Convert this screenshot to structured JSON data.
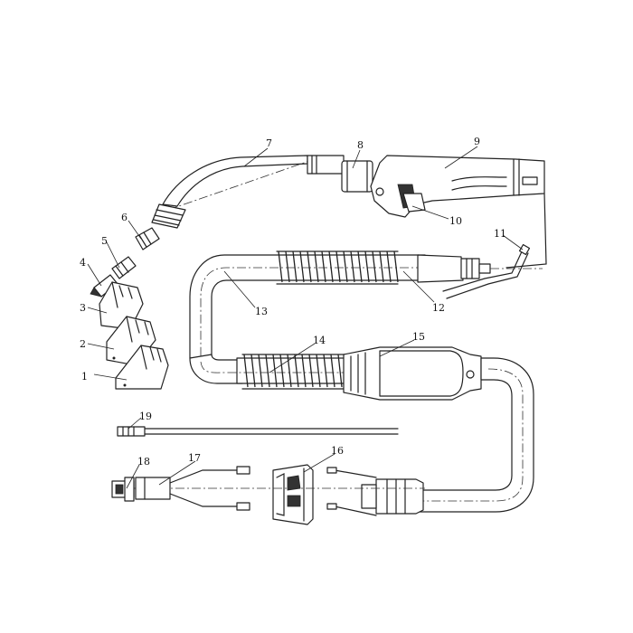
{
  "diagram": {
    "callouts": [
      {
        "number": "1"
      },
      {
        "number": "2"
      },
      {
        "number": "3"
      },
      {
        "number": "4"
      },
      {
        "number": "5"
      },
      {
        "number": "6"
      },
      {
        "number": "7"
      },
      {
        "number": "8"
      },
      {
        "number": "9"
      },
      {
        "number": "10"
      },
      {
        "number": "11"
      },
      {
        "number": "12"
      },
      {
        "number": "13"
      },
      {
        "number": "14"
      },
      {
        "number": "15"
      },
      {
        "number": "16"
      },
      {
        "number": "17"
      },
      {
        "number": "18"
      },
      {
        "number": "19"
      }
    ]
  }
}
